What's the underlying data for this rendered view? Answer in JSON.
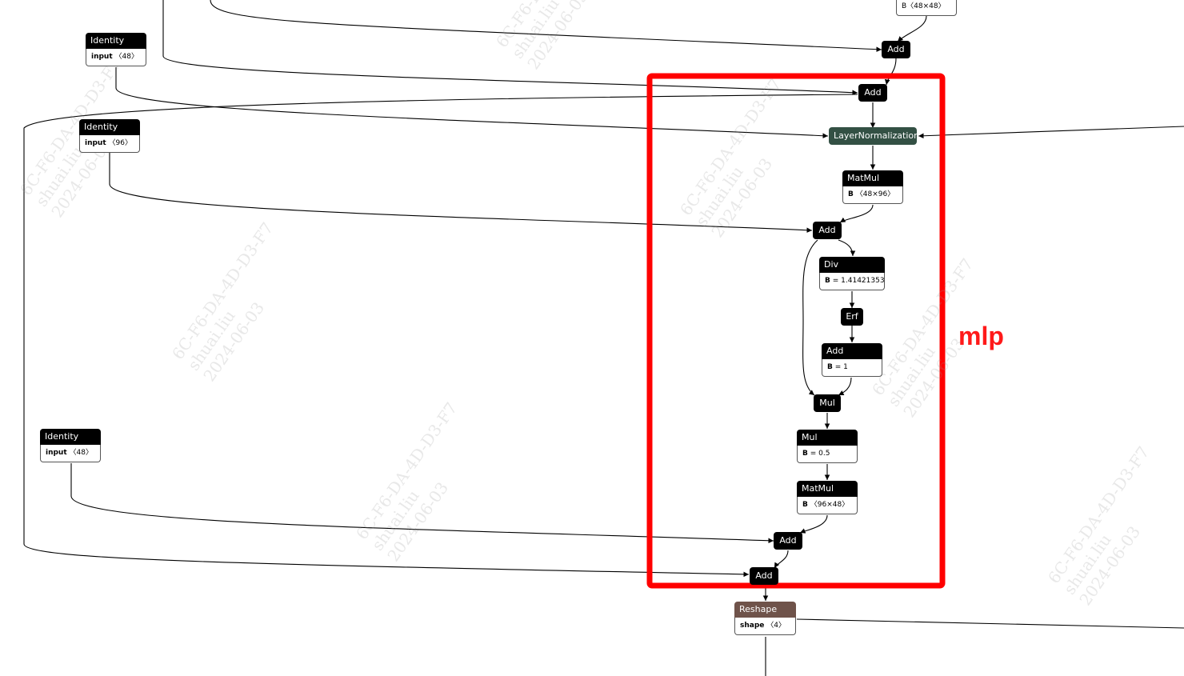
{
  "watermark": {
    "line1": "6C-F6-DA-4D-D3-F7",
    "line2": "shuai.liu",
    "line3": "2024-06-03"
  },
  "annotation": {
    "label": "mlp",
    "box_color": "#ff0000"
  },
  "colors": {
    "op": "#000000",
    "layernorm": "#335044",
    "reshape": "#6f534a",
    "edge": "#000000"
  },
  "nodes": {
    "top_matmul_b": {
      "attr_value": "B〈48×48〉"
    },
    "identity1": {
      "title": "Identity",
      "attr_name": "input",
      "attr_value": "〈48〉"
    },
    "identity2": {
      "title": "Identity",
      "attr_name": "input",
      "attr_value": "〈96〉"
    },
    "identity3": {
      "title": "Identity",
      "attr_name": "input",
      "attr_value": "〈48〉"
    },
    "add_top": {
      "title": "Add"
    },
    "add_2": {
      "title": "Add"
    },
    "layernorm": {
      "title": "LayerNormalization"
    },
    "matmul1": {
      "title": "MatMul",
      "attr_name": "B",
      "attr_value": "〈48×96〉"
    },
    "add_3": {
      "title": "Add"
    },
    "div": {
      "title": "Div",
      "attr_name": "B",
      "attr_value": "= 1.41421353..."
    },
    "erf": {
      "title": "Erf"
    },
    "add_4": {
      "title": "Add",
      "attr_name": "B",
      "attr_value": "= 1"
    },
    "mul1": {
      "title": "Mul"
    },
    "mul2": {
      "title": "Mul",
      "attr_name": "B",
      "attr_value": "= 0.5"
    },
    "matmul2": {
      "title": "MatMul",
      "attr_name": "B",
      "attr_value": "〈96×48〉"
    },
    "add_5": {
      "title": "Add"
    },
    "add_6": {
      "title": "Add"
    },
    "reshape": {
      "title": "Reshape",
      "attr_name": "shape",
      "attr_value": "〈4〉"
    }
  }
}
